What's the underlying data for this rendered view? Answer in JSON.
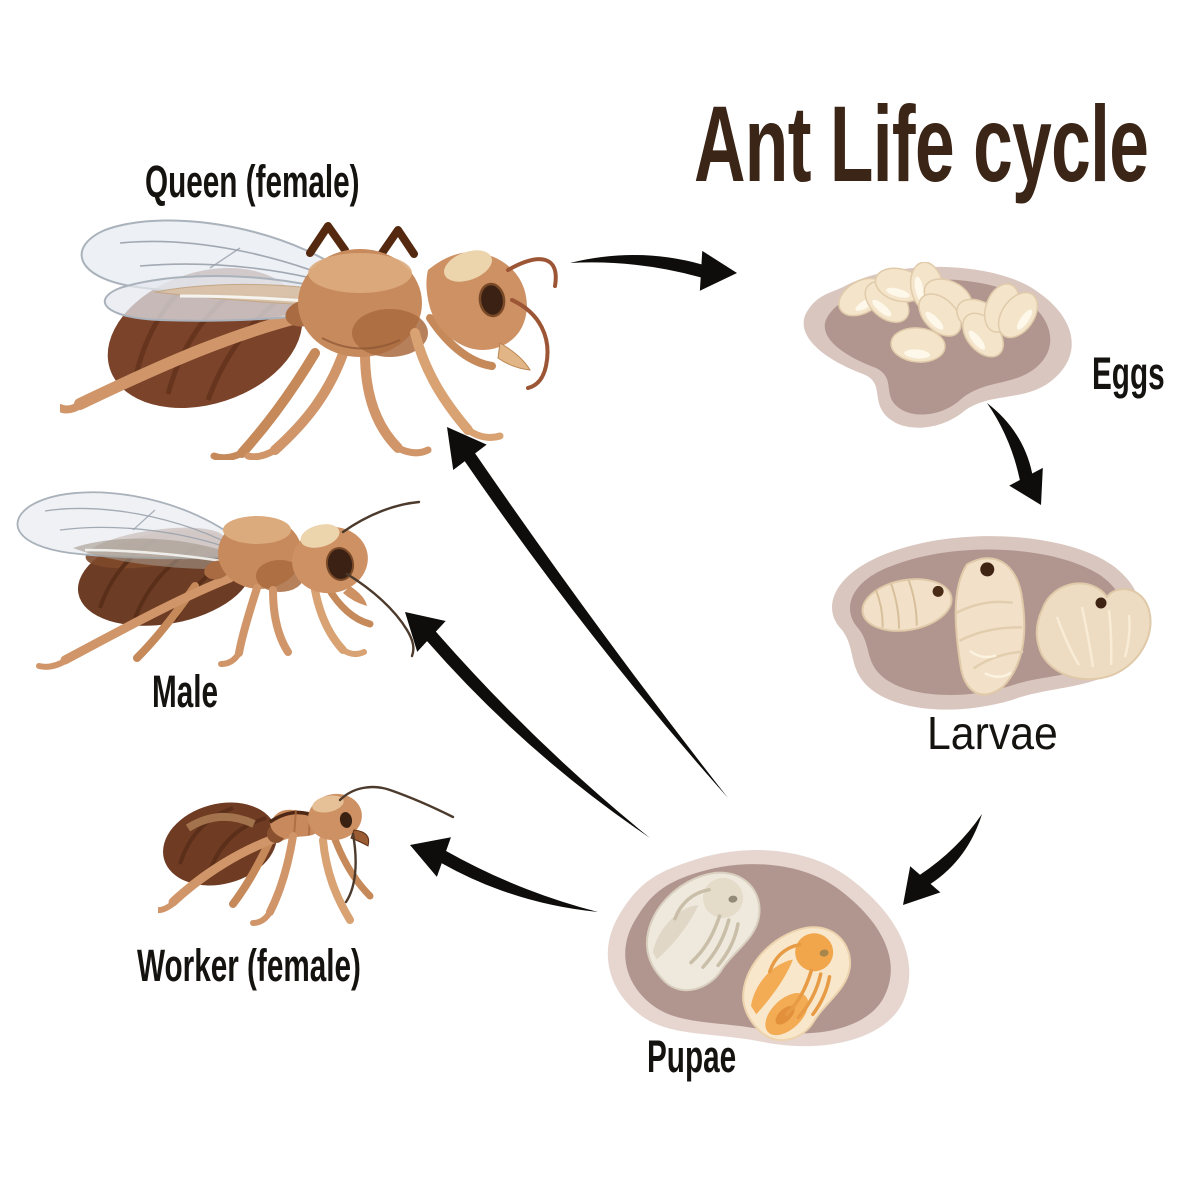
{
  "title": "Ant Life cycle",
  "nodes": {
    "queen": {
      "label": "Queen (female)"
    },
    "male": {
      "label": "Male"
    },
    "worker": {
      "label": "Worker (female)"
    },
    "eggs": {
      "label": "Eggs",
      "count": 11
    },
    "larvae": {
      "label": "Larvae",
      "count": 3
    },
    "pupae": {
      "label": "Pupae",
      "count": 2
    }
  },
  "arrows": [
    {
      "name": "queen-to-eggs",
      "from": "queen",
      "to": "eggs"
    },
    {
      "name": "eggs-to-larvae",
      "from": "eggs",
      "to": "larvae"
    },
    {
      "name": "larvae-to-pupae",
      "from": "larvae",
      "to": "pupae"
    },
    {
      "name": "pupae-to-worker",
      "from": "pupae",
      "to": "worker"
    },
    {
      "name": "pupae-to-queen",
      "from": "pupae",
      "to": "queen"
    },
    {
      "name": "pupae-to-male",
      "from": "pupae",
      "to": "male"
    }
  ],
  "colors": {
    "background": "#ffffff",
    "title": "#3a2517",
    "label": "#151310",
    "arrow": "#0e0d0b",
    "blob_outer": "#d9c6bf",
    "pupae_blob_outer": "#e6d6cf",
    "blob_inner": "#b1968f",
    "egg": "#f4e4ca",
    "egg_edge": "#e0cbaa",
    "larva_body": "#f2e1c8",
    "ant_light": "#d09668",
    "ant_mid": "#c78a5c",
    "ant_abdomen": "#7b4329",
    "ant_abdomen_dark": "#6f3b22",
    "wing": "#e9ecf2",
    "wing_edge": "#aab2bb",
    "pupa_white": "#efe9dd",
    "pupa_orange": "#f2a84e"
  }
}
